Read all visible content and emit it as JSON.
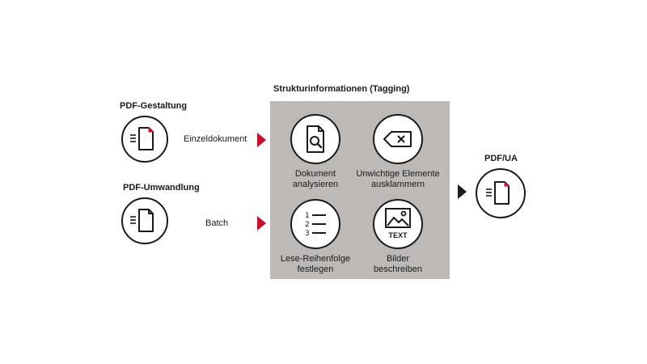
{
  "inputs": {
    "gestaltung_title": "PDF-Gestaltung",
    "gestaltung_label": "Einzeldokument",
    "umwandlung_title": "PDF-Umwandlung",
    "umwandlung_label": "Batch"
  },
  "panel": {
    "title": "Strukturinformationen (Tagging)",
    "items": [
      {
        "line1": "Dokument",
        "line2": "analysieren"
      },
      {
        "line1": "Unwichtige Elemente",
        "line2": "ausklammern"
      },
      {
        "line1": "Lese-Reihenfolge",
        "line2": "festlegen"
      },
      {
        "line1": "Bilder",
        "line2": "beschreiben"
      }
    ],
    "list_numbers": [
      "1",
      "2",
      "3"
    ],
    "image_badge": "TEXT"
  },
  "output": {
    "title": "PDF/UA"
  },
  "colors": {
    "accent": "#c8102e",
    "panel": "#bdb9b7",
    "ink": "#1a1a1a"
  }
}
